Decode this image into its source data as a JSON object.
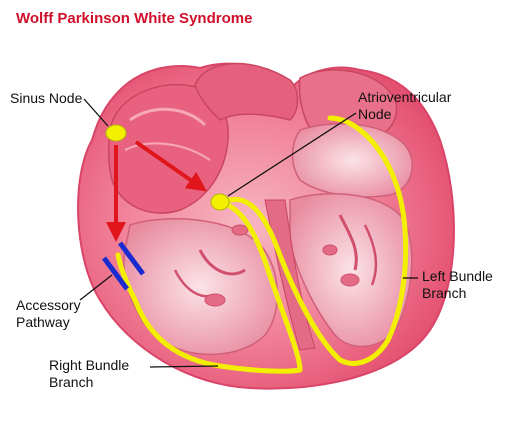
{
  "title": "Wolff Parkinson White Syndrome",
  "labels": {
    "sinus_node": "Sinus Node",
    "av_node_line1": "Atrioventricular",
    "av_node_line2": "Node",
    "accessory_line1": "Accessory",
    "accessory_line2": "Pathway",
    "left_bundle_line1": "Left Bundle",
    "left_bundle_line2": "Branch",
    "right_bundle_line1": "Right Bundle",
    "right_bundle_line2": "Branch"
  },
  "colors": {
    "title": "#d0102a",
    "heart_outer": "#ef5f7c",
    "heart_inner": "#f6a3b4",
    "muscle": "#e46b86",
    "node": "#f2f000",
    "conduction_path": "#f2f000",
    "arrow": "#e0161c",
    "accessory_pathway": "#1a2bd0"
  }
}
